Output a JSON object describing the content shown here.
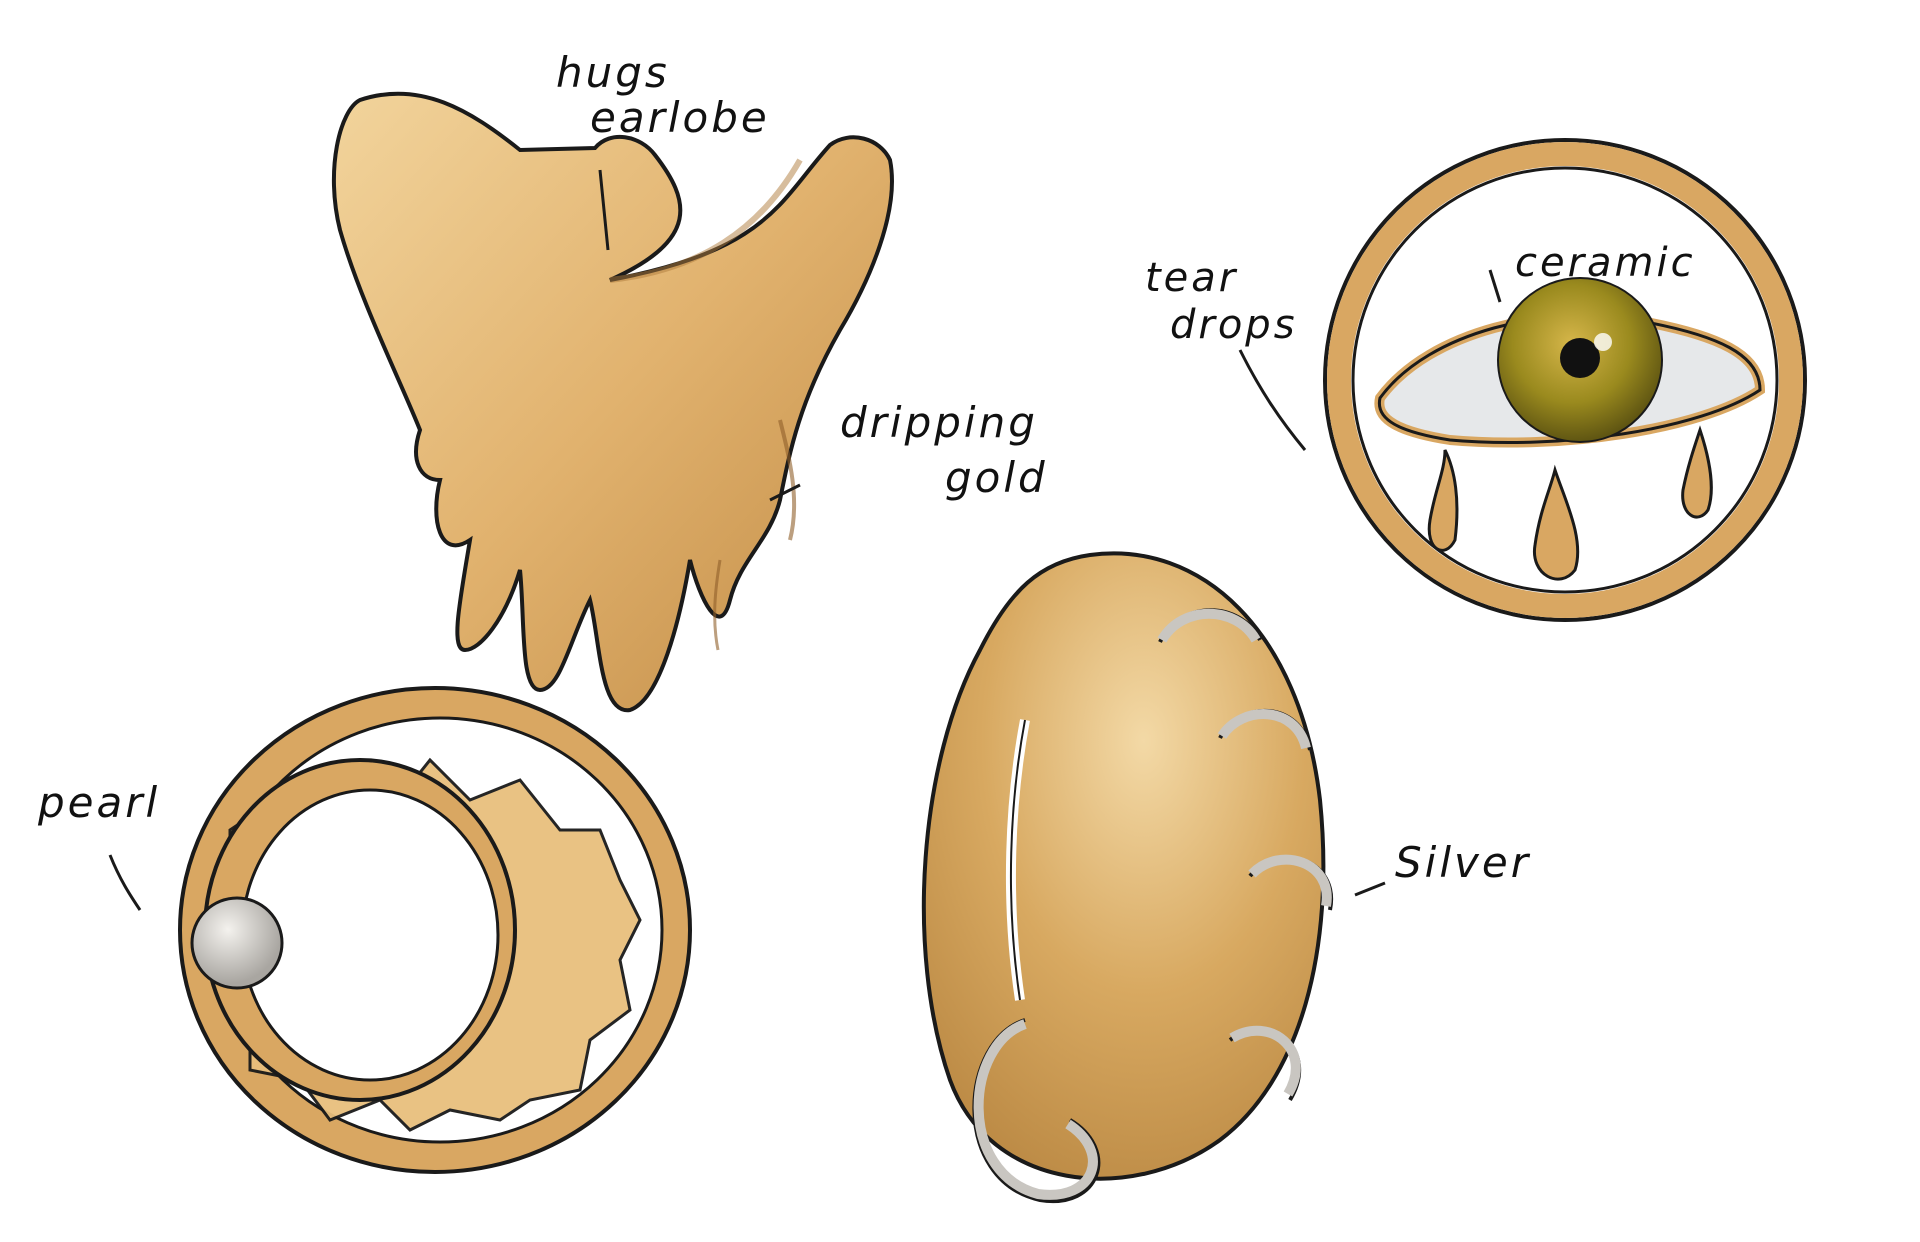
{
  "annotations": {
    "hugs": "hugs",
    "earlobe": "earlobe",
    "dripping": "dripping",
    "gold": "gold",
    "tear": "tear",
    "drops": "drops",
    "ceramic": "ceramic",
    "pearl": "pearl",
    "silver": "Silver"
  },
  "colors": {
    "gold_light": "#ecc88c",
    "gold_mid": "#d9a762",
    "gold_dark": "#b07b3c",
    "outline": "#1a1a1a",
    "silver": "#c9c6c1",
    "iris": "#9a8a1e",
    "sclera": "#e6e8ea"
  },
  "icons": [
    "dripping-earlobe-cuff",
    "eye-ring-earring",
    "sunburst-pearl-ring",
    "egg-silver-rings-earring"
  ]
}
